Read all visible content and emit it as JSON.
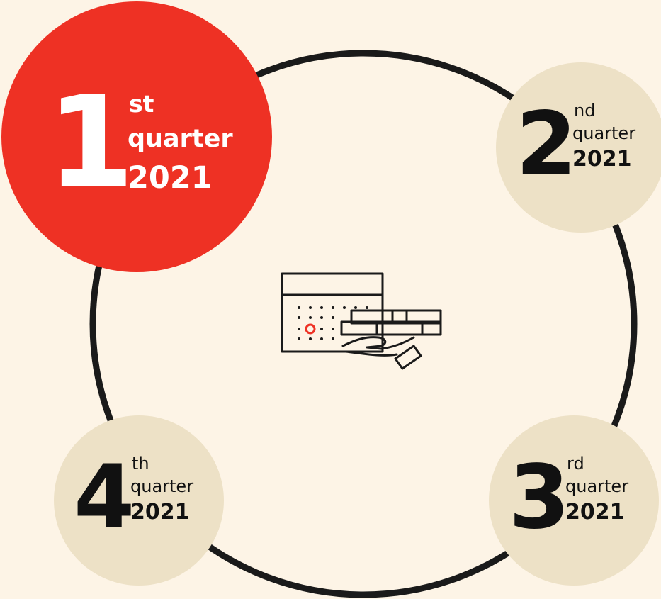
{
  "colors": {
    "background": "#FDF4E6",
    "active_fill": "#EE3124",
    "active_text": "#FFFFFF",
    "inactive_fill": "#EDE1C6",
    "inactive_text": "#111111",
    "ring": "#1A1A1A"
  },
  "quarters": [
    {
      "number": "1",
      "suffix": "st",
      "word": "quarter",
      "year": "2021",
      "active": true
    },
    {
      "number": "2",
      "suffix": "nd",
      "word": "quarter",
      "year": "2021",
      "active": false
    },
    {
      "number": "3",
      "suffix": "rd",
      "word": "quarter",
      "year": "2021",
      "active": false
    },
    {
      "number": "4",
      "suffix": "th",
      "word": "quarter",
      "year": "2021",
      "active": false
    }
  ],
  "center_icon": "calendar-hand-icon"
}
